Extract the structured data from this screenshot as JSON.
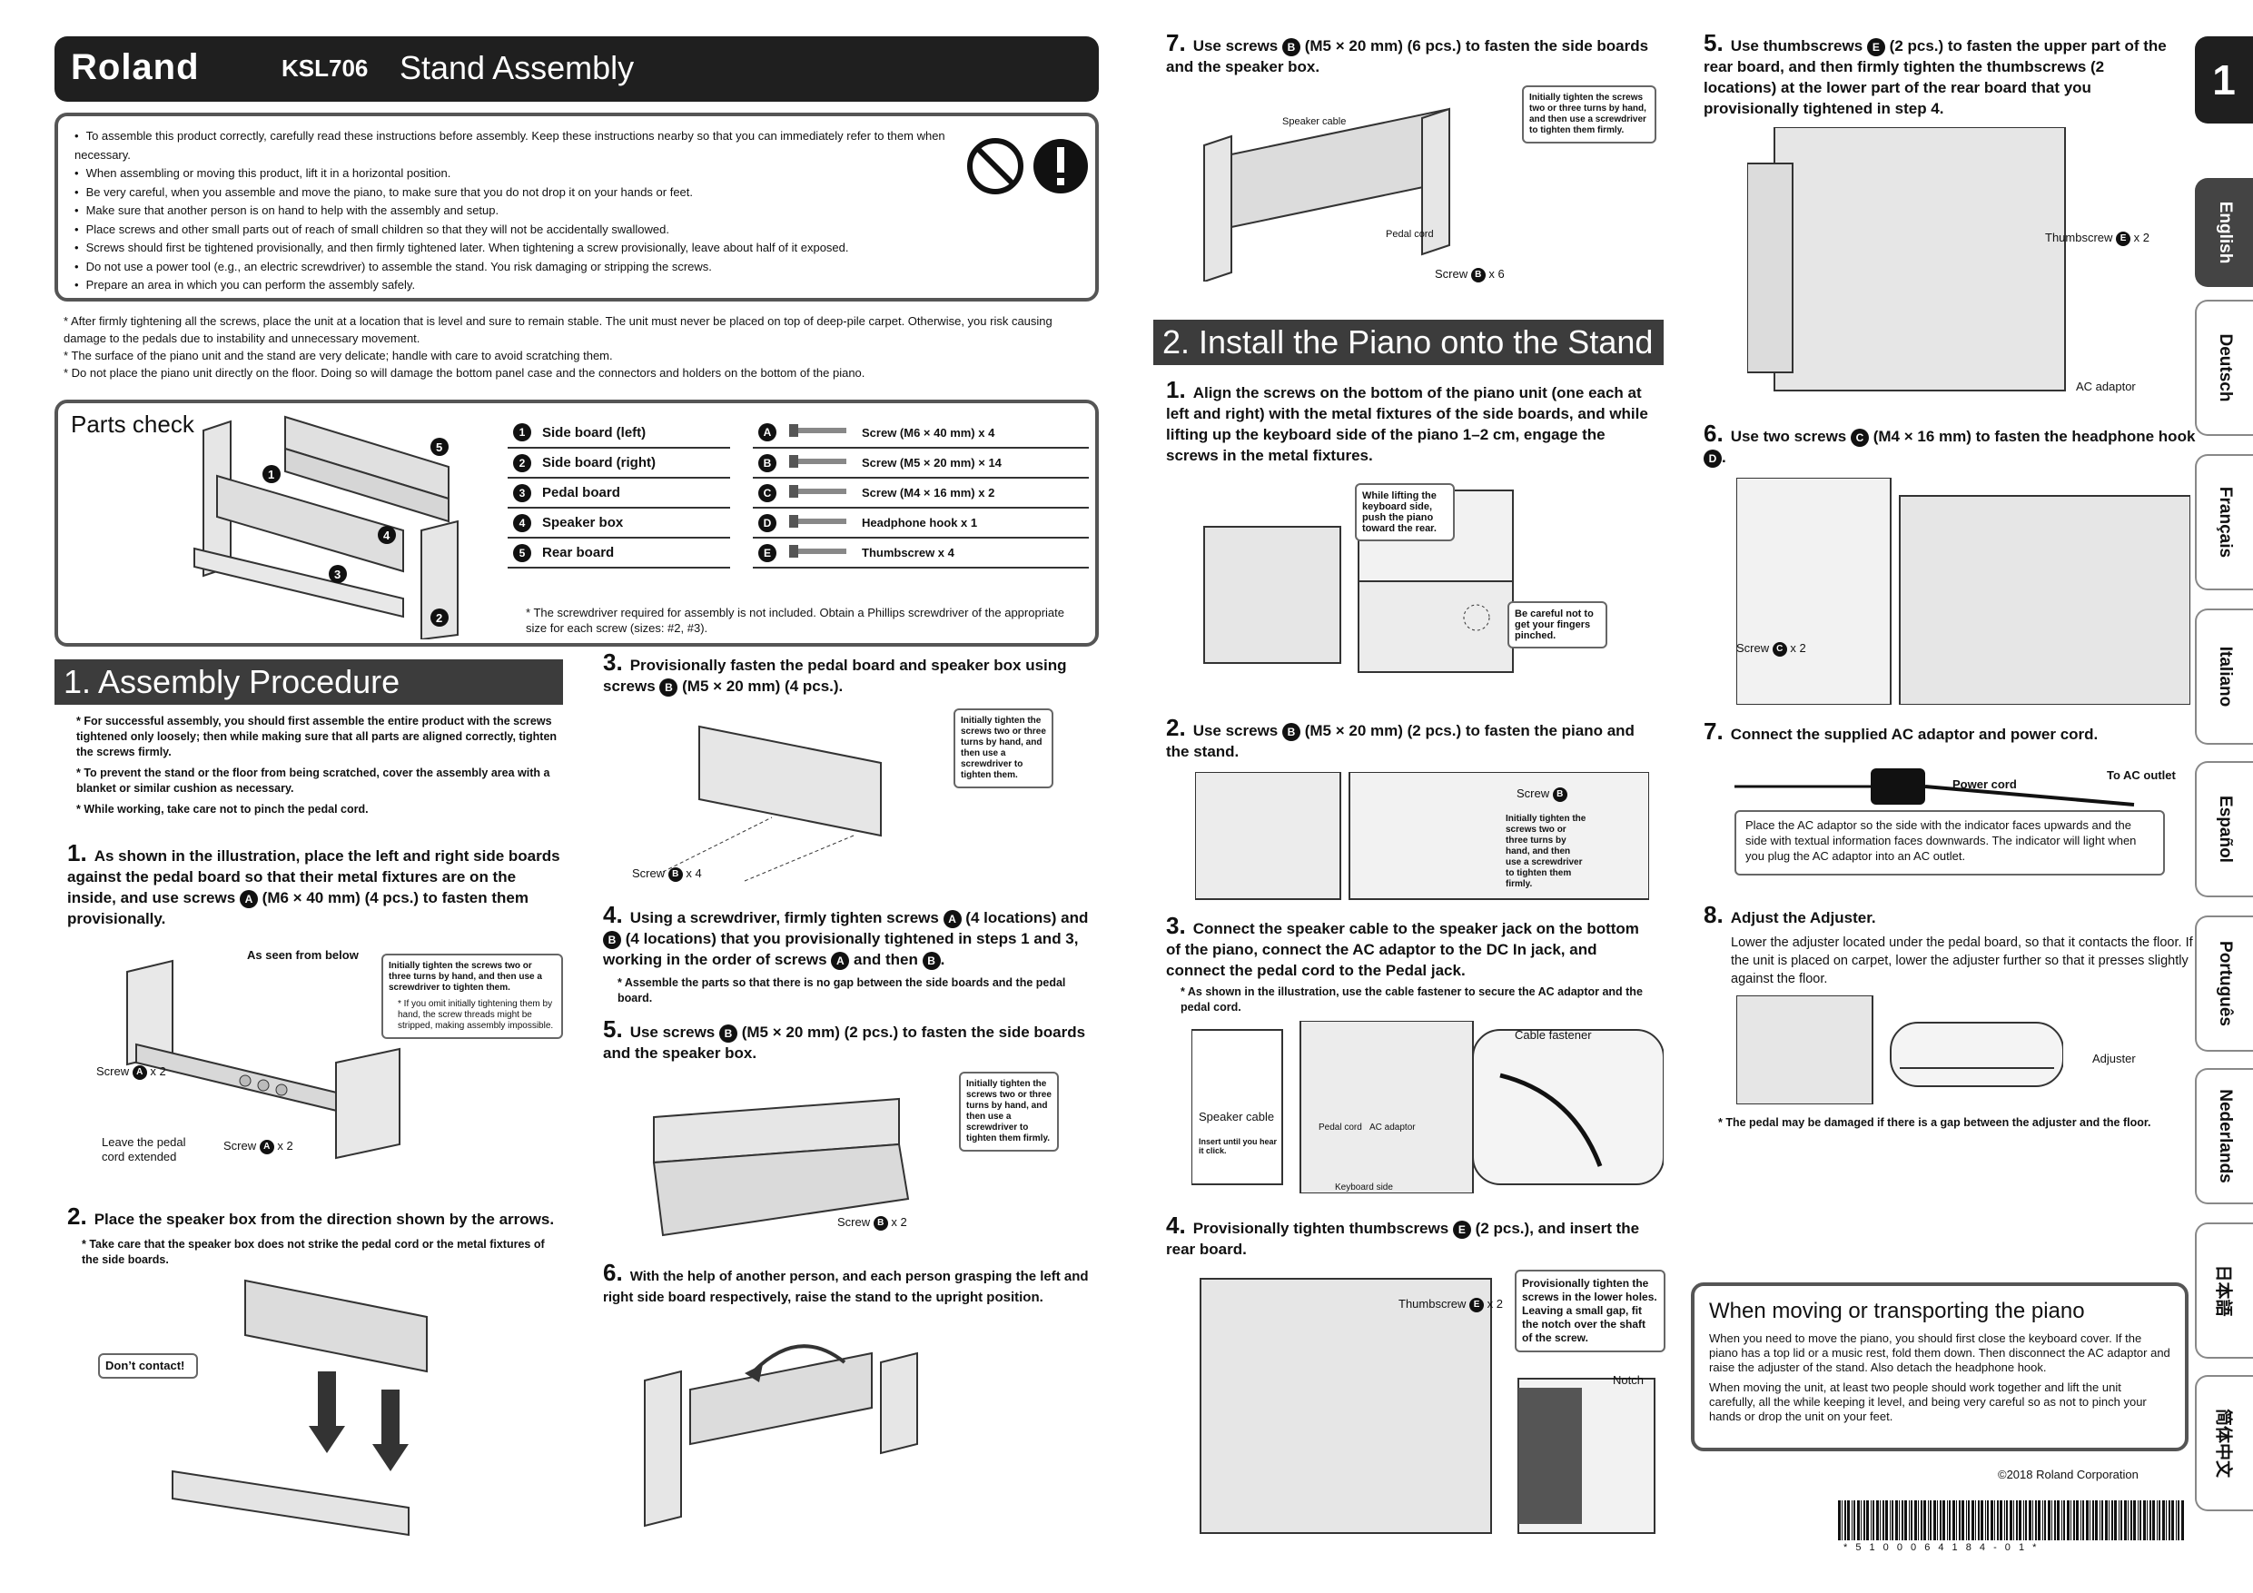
{
  "header": {
    "logo": "Roland",
    "model": "KSL706",
    "title": "Stand Assembly"
  },
  "precautions": [
    "To assemble this product correctly, carefully read these instructions before assembly. Keep these instructions nearby so that you can immediately refer to them when necessary.",
    "When assembling or moving this product, lift it in a horizontal position.",
    "Be very careful, when you assemble and move the piano, to make sure that you do not drop it on your hands or feet.",
    "Make sure that another person is on hand to help with the assembly and setup.",
    "Place screws and other small parts out of reach of small children so that they will not be accidentally swallowed.",
    "Screws should first be tightened provisionally, and then firmly tightened later. When tightening a screw provisionally, leave about half of it exposed.",
    "Do not use a power tool (e.g., an electric screwdriver) to assemble the stand. You risk damaging or stripping the screws.",
    "Prepare an area in which you can perform the assembly safely."
  ],
  "notes": [
    "After firmly tightening all the screws, place the unit at a location that is level and sure to remain stable. The unit must never be placed on top of deep-pile carpet. Otherwise, you risk causing damage to the pedals due to instability and unnecessary movement.",
    "The surface of the piano unit and the stand are very delicate; handle with care to avoid scratching them.",
    "Do not place the piano unit directly on the floor. Doing so will damage the bottom panel case and the connectors and holders on the bottom of the piano."
  ],
  "parts_check": {
    "title": "Parts check",
    "parts": [
      {
        "id": "1",
        "name": "Side board (left)"
      },
      {
        "id": "2",
        "name": "Side board (right)"
      },
      {
        "id": "3",
        "name": "Pedal board"
      },
      {
        "id": "4",
        "name": "Speaker box"
      },
      {
        "id": "5",
        "name": "Rear board"
      }
    ],
    "screws": [
      {
        "id": "A",
        "name": "Screw (M6 × 40 mm) x 4"
      },
      {
        "id": "B",
        "name": "Screw (M5 × 20 mm) × 14"
      },
      {
        "id": "C",
        "name": "Screw (M4 × 16 mm) x 2"
      },
      {
        "id": "D",
        "name": "Headphone hook x 1"
      },
      {
        "id": "E",
        "name": "Thumbscrew x 4"
      }
    ],
    "note": "The screwdriver required for assembly is not included. Obtain a Phillips screwdriver of the appropriate size for each screw (sizes: #2, #3)."
  },
  "section1": {
    "title": "1. Assembly Procedure",
    "intro": [
      "For successful assembly, you should first assemble the entire product with the screws tightened only loosely; then while making sure that all parts are aligned correctly, tighten the screws firmly.",
      "To prevent the stand or the floor from being scratched, cover the assembly area with a blanket or similar cushion as necessary.",
      "While working, take care not to pinch the pedal cord."
    ],
    "step1": "As shown in the illustration, place the left and right side boards against the pedal board so that their metal fixtures are on the inside, and use screws",
    "step1b": "(M6 × 40 mm) (4 pcs.) to fasten them provisionally.",
    "step1_seen": "As seen from below",
    "step1_callout": "Initially tighten the screws two or three turns by hand, and then use a screwdriver to tighten them.",
    "step1_callout_note": "If you omit initially tightening them by hand, the screw threads might be stripped, making assembly impossible.",
    "step1_screw": "Screw",
    "step1_x2": "x 2",
    "step1_leave": "Leave the pedal cord extended",
    "step2": "Place the speaker box from the direction shown by the arrows.",
    "step2_note": "Take care that the speaker box does not strike the pedal cord or the metal fixtures of the side boards.",
    "step2_callout": "Don’t contact!",
    "step3": "Provisionally fasten the pedal board and speaker box using screws",
    "step3b": "(M5 × 20 mm) (4 pcs.).",
    "step3_callout": "Initially tighten the screws two or three turns by hand, and then use a screwdriver to tighten them.",
    "step3_screw": "Screw",
    "step3_x": "x 4",
    "step4": "Using a screwdriver, firmly tighten screws",
    "step4b": "(4 locations) and",
    "step4c": "(4 locations) that you provisionally tightened in steps 1 and 3, working in the order of screws",
    "step4d": "and then",
    "step4_note": "Assemble the parts so that there is no gap between the side boards and the pedal board.",
    "step5": "Use screws",
    "step5b": "(M5 × 20 mm) (2 pcs.) to fasten the side boards and the speaker box.",
    "step5_callout": "Initially tighten the screws two or three turns by hand, and then use a screwdriver to tighten them firmly.",
    "step5_screw": "Screw",
    "step5_x": "x 2",
    "step6": "With the help of another person, and each person grasping the left and right side board respectively, raise the stand to the upright position.",
    "step7": "Use screws",
    "step7b": "(M5 × 20 mm) (6 pcs.) to fasten the side boards and the speaker box.",
    "step7_cable": "Speaker cable",
    "step7_pedal": "Pedal cord",
    "step7_callout": "Initially tighten the screws two or three turns by hand, and then use a screwdriver to tighten them firmly.",
    "step7_screw": "Screw",
    "step7_x": "x 6"
  },
  "section2": {
    "title": "2. Install the Piano onto the Stand",
    "step1": "Align the screws on the bottom of the piano unit (one each at left and right) with the metal fixtures of the side boards, and while lifting up the keyboard side of the piano 1–2 cm, engage the screws in the metal fixtures.",
    "step1_callout": "While lifting the keyboard side, push the piano toward the rear.",
    "step1_careful": "Be careful not to get your fingers pinched.",
    "step2": "Use screws",
    "step2b": "(M5 × 20 mm) (2 pcs.) to fasten the piano and the stand.",
    "step2_screw": "Screw",
    "step2_callout": "Initially tighten the screws two or three turns by hand, and then use a screwdriver to tighten them firmly.",
    "step3": "Connect the speaker cable to the speaker jack on the bottom of the piano, connect the AC adaptor to the DC In jack, and connect the pedal cord to the Pedal jack.",
    "step3_note": "As shown in the illustration, use the cable fastener to secure the AC adaptor and the pedal cord.",
    "step3_fastener": "Cable fastener",
    "step3_speaker": "Speaker cable",
    "step3_insert": "Insert until you hear it click.",
    "step3_pedalcord": "Pedal cord",
    "step3_acadaptor": "AC adaptor",
    "step3_kbside": "Keyboard side",
    "step4": "Provisionally tighten thumbscrews",
    "step4b": "(2 pcs.), and insert the rear board.",
    "step4_thumb": "Thumbscrew",
    "step4_x": "x 2",
    "step4_callout1": "Provisionally tighten the screws in the lower holes.",
    "step4_callout2": "Leaving a small gap, fit the notch over the shaft of the screw.",
    "step4_notch": "Notch",
    "step5": "Use thumbscrews",
    "step5b": "(2 pcs.) to fasten the upper part of the rear board, and then firmly tighten the thumbscrews (2 locations) at the lower part of the rear board that you provisionally tightened in step 4.",
    "step5_thumb": "Thumbscrew",
    "step5_x": "x 2",
    "step5_ac": "AC adaptor",
    "step6": "Use two screws",
    "step6b": "(M4 × 16 mm) to fasten the headphone hook",
    "step6_screw": "Screw",
    "step6_x": "x 2",
    "step7": "Connect the supplied AC adaptor and power cord.",
    "step7_power": "Power cord",
    "step7_outlet": "To AC outlet",
    "step7_box": "Place the AC adaptor so the side with the indicator faces upwards and the side with textual information faces downwards. The indicator will light when you plug the AC adaptor into an AC outlet.",
    "step8": "Adjust the Adjuster.",
    "step8_text": "Lower the adjuster located under the pedal board, so that it contacts the floor. If the unit is placed on carpet, lower the adjuster further so that it presses slightly against the floor.",
    "step8_adjuster": "Adjuster",
    "step8_note": "The pedal may be damaged if there is a gap between the adjuster and the floor."
  },
  "moving": {
    "title": "When moving or transporting the piano",
    "p1": "When you need to move the piano, you should first close the keyboard cover. If the piano has a top lid or a music rest, fold them down. Then disconnect the AC adaptor and raise the adjuster of the stand. Also detach the headphone hook.",
    "p2": "When moving the unit, at least two people should work together and lift the unit carefully, all the while keeping it level, and being very careful so as not to pinch your hands or drop the unit on your feet."
  },
  "copyright": "©2018 Roland Corporation",
  "barcode_text": "* 5 1 0 0 0 6 4 1 8 4 - 0 1 *",
  "page_number": "1",
  "languages": [
    "English",
    "Deutsch",
    "Français",
    "Italiano",
    "Español",
    "Português",
    "Nederlands",
    "日本語",
    "简体中文"
  ]
}
